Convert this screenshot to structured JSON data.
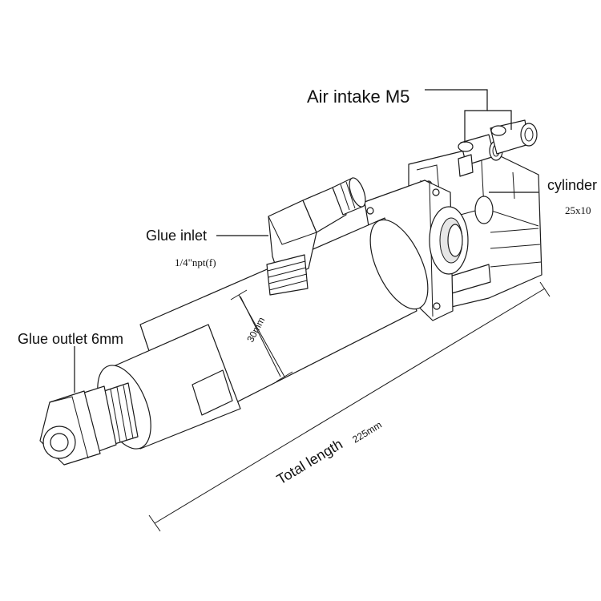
{
  "labels": {
    "air_intake": "Air intake  M5",
    "cylinder": "cylinder",
    "cylinder_size": "25x10",
    "glue_inlet": "Glue inlet",
    "glue_inlet_thread": "1/4\"npt(f)",
    "glue_outlet": "Glue outlet 6mm",
    "diameter": "30mm",
    "total_length": "Total length",
    "total_length_value": "225mm"
  },
  "colors": {
    "line": "#1a1a1a",
    "fill": "#ffffff",
    "shade": "#e6e6e6"
  }
}
